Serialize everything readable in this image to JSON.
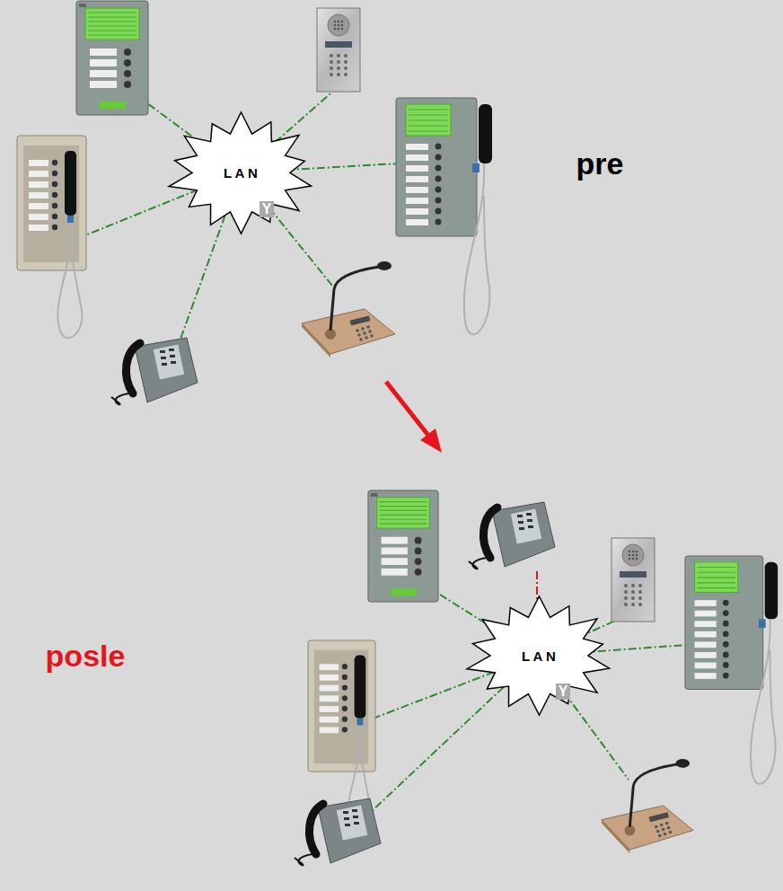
{
  "diagram": {
    "nodes": [
      {
        "text": [
          "L A N"
        ]
      },
      {
        "text": [
          "L A N"
        ]
      }
    ],
    "labels": [
      "pre",
      "posle",
      "Y",
      "Y"
    ]
  }
}
